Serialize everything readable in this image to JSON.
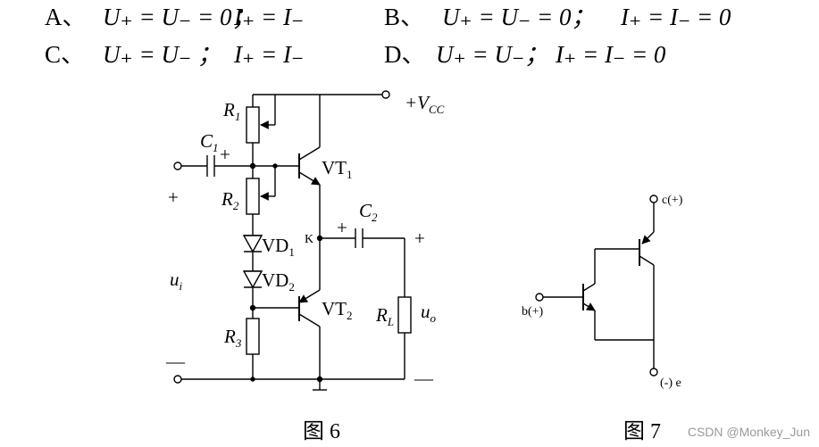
{
  "options": {
    "A": {
      "label": "A、",
      "text1": "U₊ = U₋ = 0；",
      "text2": "I₊ = I₋"
    },
    "B": {
      "label": "B、",
      "text1": "U₊ = U₋ = 0；",
      "text2": "I₊ = I₋ = 0"
    },
    "C": {
      "label": "C、",
      "text1": "U₊ = U₋ ；",
      "text2": "I₊ = I₋"
    },
    "D": {
      "label": "D、",
      "text1": "U₊ = U₋；",
      "text2": "I₊ = I₋ = 0"
    }
  },
  "fig6": {
    "caption": "图 6",
    "vcc": "+V",
    "vcc_sub": "CC",
    "r1": "R",
    "r1_sub": "1",
    "r2": "R",
    "r2_sub": "2",
    "r3": "R",
    "r3_sub": "3",
    "rl": "R",
    "rl_sub": "L",
    "c1": "C",
    "c1_sub": "1",
    "c2": "C",
    "c2_sub": "2",
    "vt1": "VT",
    "vt1_sub": "1",
    "vt2": "VT",
    "vt2_sub": "2",
    "vd1": "VD",
    "vd1_sub": "1",
    "vd2": "VD",
    "vd2_sub": "2",
    "k": "K",
    "ui": "u",
    "ui_sub": "i",
    "uo": "u",
    "uo_sub": "o",
    "plus_in": "+",
    "minus_in": "—",
    "plus_c1": "+",
    "plus_c2": "+",
    "plus_out": "+",
    "minus_out": "—"
  },
  "fig7": {
    "caption": "图 7",
    "c_label": "c(+)",
    "b_label": "b(+)",
    "e_label": "(-) e"
  },
  "watermark": "CSDN @Monkey_Jun"
}
